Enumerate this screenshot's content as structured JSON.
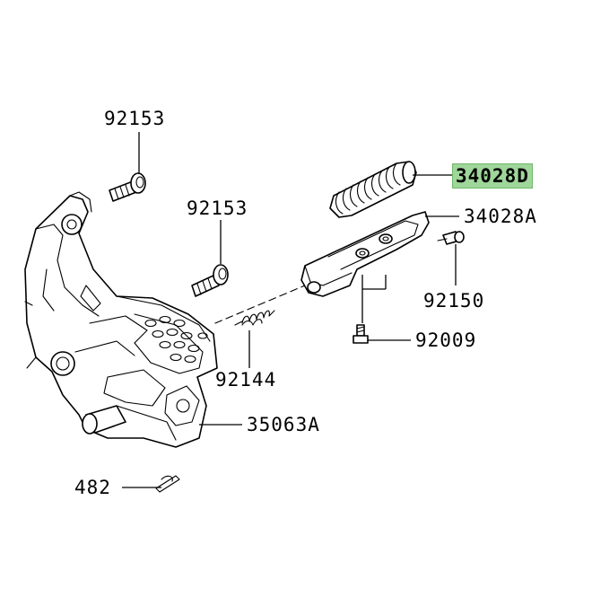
{
  "diagram": {
    "labels": [
      {
        "id": "92153-upper",
        "text": "92153"
      },
      {
        "id": "92153-lower",
        "text": "92153"
      },
      {
        "id": "34028D",
        "text": "34028D",
        "highlighted": true,
        "highlight_color": "#9fd69a"
      },
      {
        "id": "34028A",
        "text": "34028A"
      },
      {
        "id": "92150",
        "text": "92150"
      },
      {
        "id": "92009",
        "text": "92009"
      },
      {
        "id": "92144",
        "text": "92144"
      },
      {
        "id": "35063A",
        "text": "35063A"
      },
      {
        "id": "482",
        "text": "482"
      }
    ]
  }
}
